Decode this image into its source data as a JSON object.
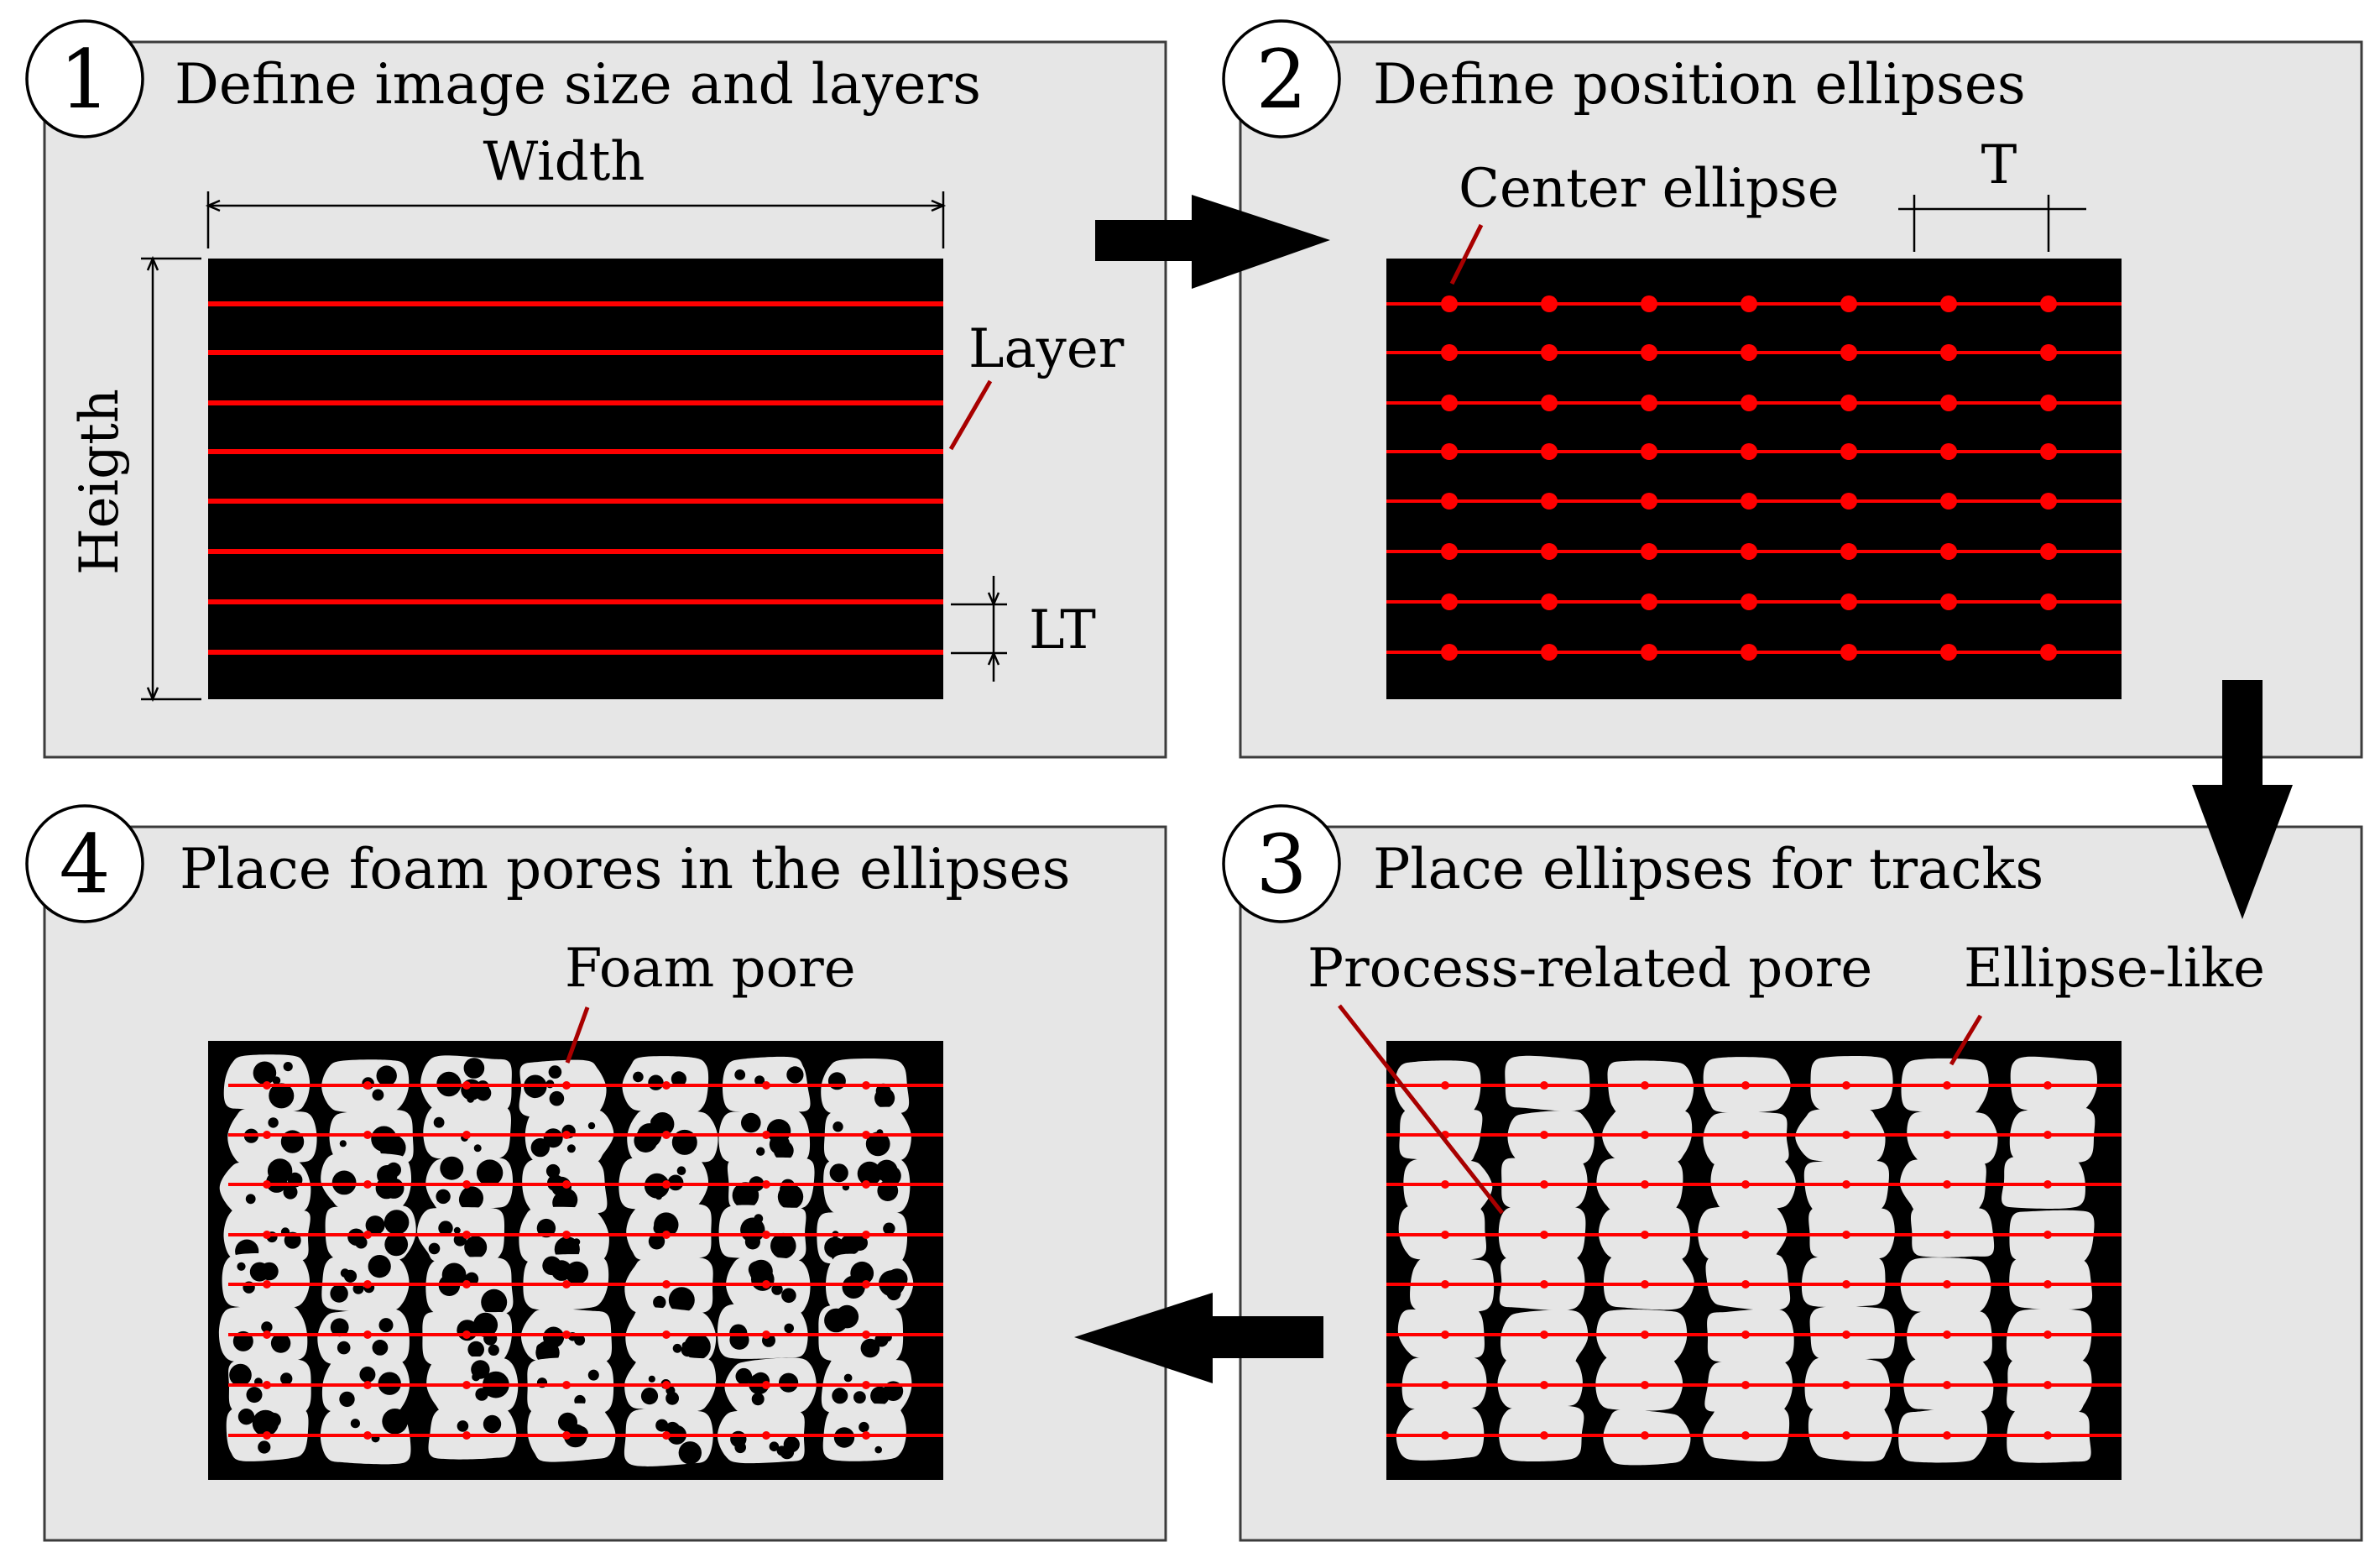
{
  "panels": [
    {
      "number": "1",
      "title": "Define image size and layers"
    },
    {
      "number": "2",
      "title": "Define position ellipses"
    },
    {
      "number": "3",
      "title": "Place ellipses for tracks"
    },
    {
      "number": "4",
      "title": "Place foam pores in the ellipses"
    }
  ],
  "panel1": {
    "width_label": "Width",
    "height_label": "Heigth",
    "layer_label": "Layer",
    "lt_label": "LT"
  },
  "panel2": {
    "center_label": "Center ellipse",
    "t_label": "T"
  },
  "panel3": {
    "process_pore_label": "Process-related pore",
    "ellipse_label": "Ellipse-like"
  },
  "panel4": {
    "foam_pore_label": "Foam pore"
  },
  "colors": {
    "panel": "#e6e6e6",
    "layer_line": "#ff0000",
    "leader": "#a80000",
    "track": "#e6e6e6",
    "image": "#000000"
  },
  "grid": {
    "layers": 8,
    "columns": 7
  }
}
